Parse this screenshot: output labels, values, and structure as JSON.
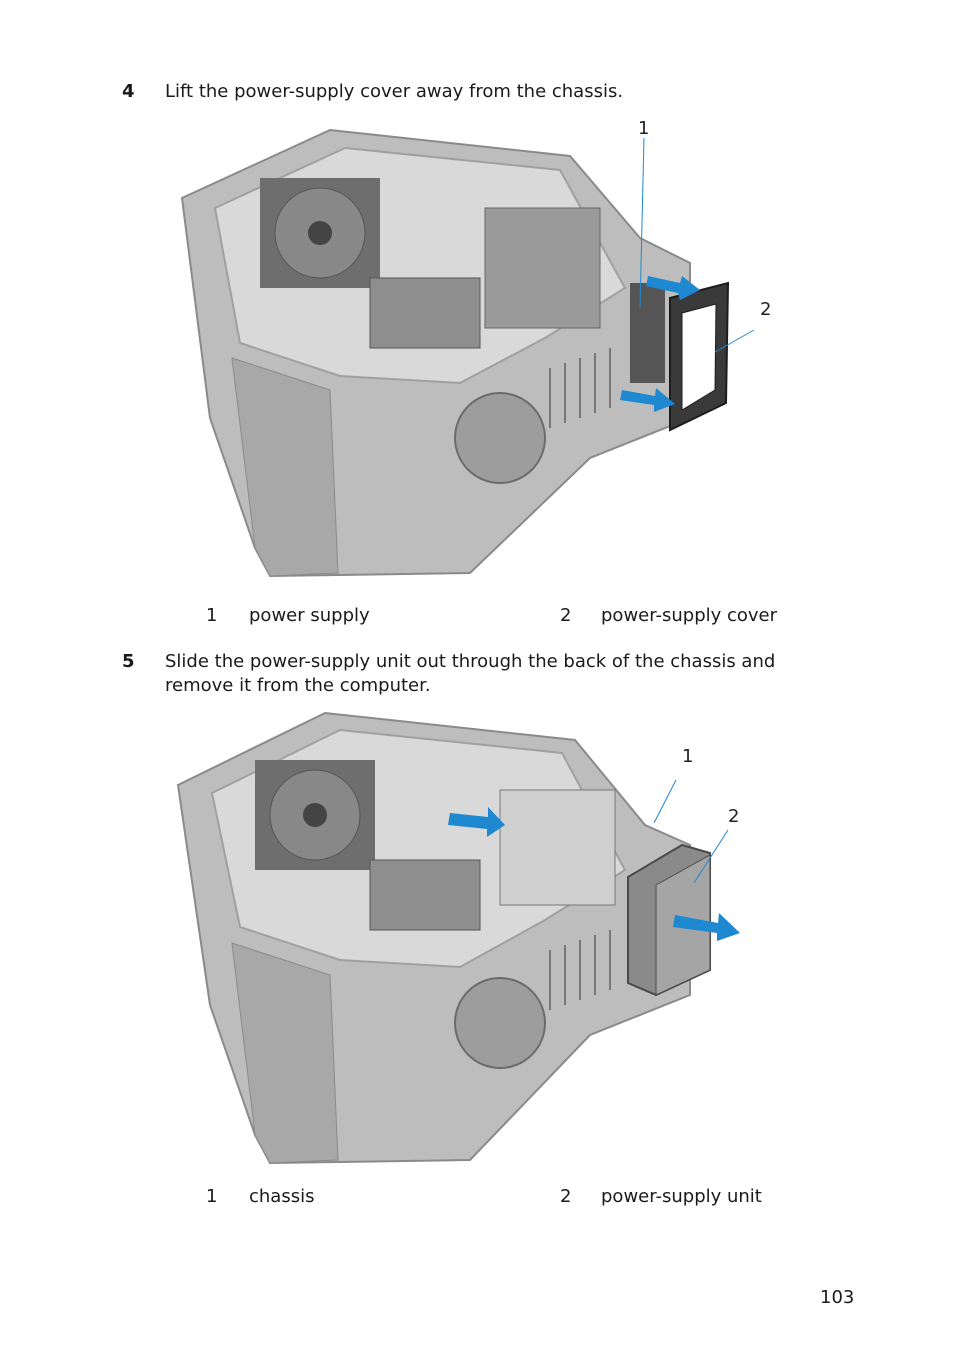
{
  "steps": [
    {
      "number": "4",
      "text": "Lift the power-supply cover away from the chassis."
    },
    {
      "number": "5",
      "text": "Slide the power-supply unit out through the back of the chassis and remove it from the computer."
    }
  ],
  "figures": [
    {
      "callouts": [
        "1",
        "2"
      ],
      "legend": [
        {
          "number": "1",
          "label": "power supply"
        },
        {
          "number": "2",
          "label": "power-supply cover"
        }
      ]
    },
    {
      "callouts": [
        "1",
        "2"
      ],
      "legend": [
        {
          "number": "1",
          "label": "chassis"
        },
        {
          "number": "2",
          "label": "power-supply unit"
        }
      ]
    }
  ],
  "page_number": "103",
  "colors": {
    "arrow": "#1e88d0",
    "chassis": "#b9b9b9",
    "chassis_dark": "#7d7d7d"
  }
}
